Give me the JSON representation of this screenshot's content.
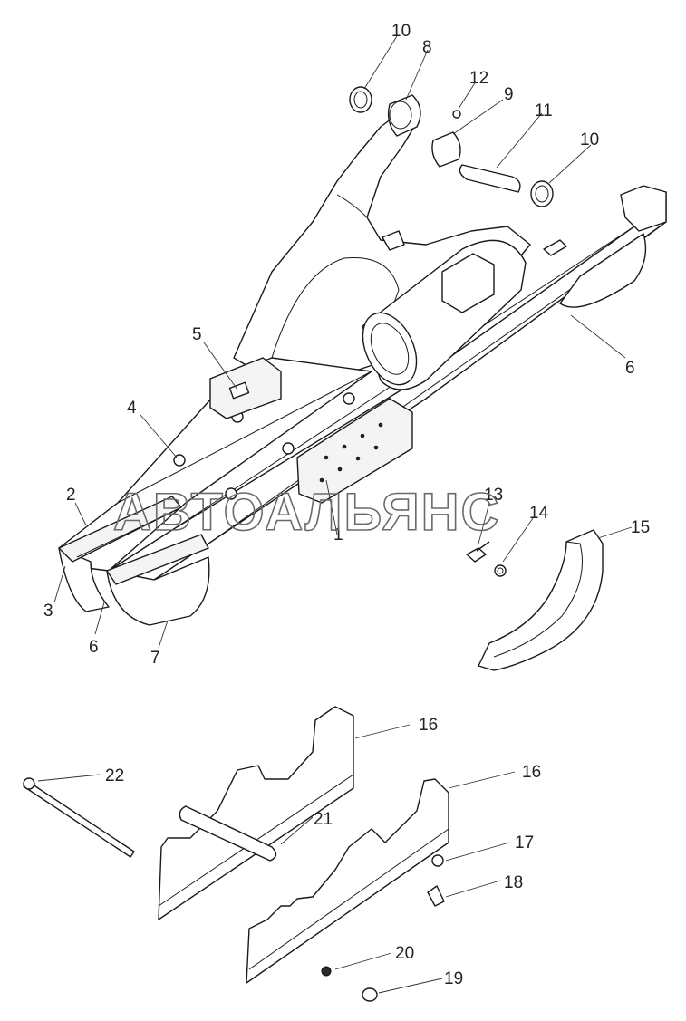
{
  "watermark": "АВТОАЛЬЯНС",
  "callouts": [
    {
      "id": "c10a",
      "text": "10"
    },
    {
      "id": "c8",
      "text": "8"
    },
    {
      "id": "c12",
      "text": "12"
    },
    {
      "id": "c9",
      "text": "9"
    },
    {
      "id": "c11",
      "text": "11"
    },
    {
      "id": "c10b",
      "text": "10"
    },
    {
      "id": "c5",
      "text": "5"
    },
    {
      "id": "c6a",
      "text": "6"
    },
    {
      "id": "c4",
      "text": "4"
    },
    {
      "id": "c2",
      "text": "2"
    },
    {
      "id": "c1",
      "text": "1"
    },
    {
      "id": "c13",
      "text": "13"
    },
    {
      "id": "c14",
      "text": "14"
    },
    {
      "id": "c15",
      "text": "15"
    },
    {
      "id": "c3",
      "text": "3"
    },
    {
      "id": "c6b",
      "text": "6"
    },
    {
      "id": "c7",
      "text": "7"
    },
    {
      "id": "c16a",
      "text": "16"
    },
    {
      "id": "c16b",
      "text": "16"
    },
    {
      "id": "c22",
      "text": "22"
    },
    {
      "id": "c21",
      "text": "21"
    },
    {
      "id": "c17",
      "text": "17"
    },
    {
      "id": "c18",
      "text": "18"
    },
    {
      "id": "c20",
      "text": "20"
    },
    {
      "id": "c19",
      "text": "19"
    }
  ]
}
